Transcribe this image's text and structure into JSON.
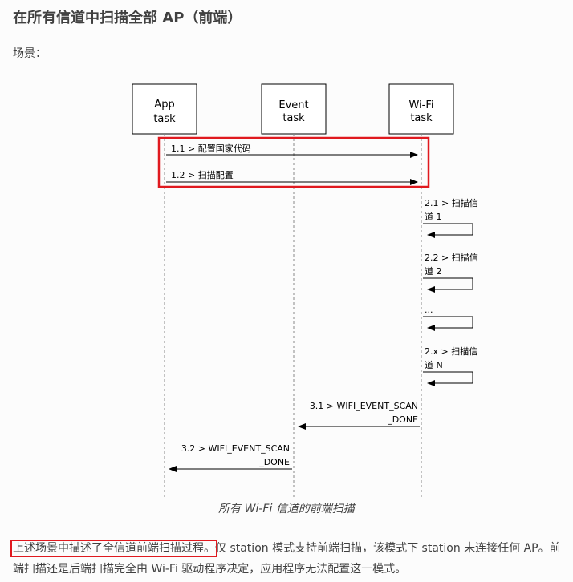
{
  "heading": "在所有信道中扫描全部 AP（前端）",
  "scene_label": "场景：",
  "diagram": {
    "participants": [
      {
        "line1": "App",
        "line2": "task"
      },
      {
        "line1": "Event",
        "line2": "task"
      },
      {
        "line1": "Wi-Fi",
        "line2": "task"
      }
    ],
    "messages": {
      "m11": "1.1 > 配置国家代码",
      "m12": "1.2 > 扫描配置",
      "s21a": "2.1 > 扫描信",
      "s21b": "道 1",
      "s22a": "2.2 > 扫描信",
      "s22b": "道 2",
      "s_dots": "...",
      "s2xa": "2.x > 扫描信",
      "s2xb": "道 N",
      "m31a": "3.1 > WIFI_EVENT_SCAN",
      "m31b": "_DONE",
      "m32a": "3.2 > WIFI_EVENT_SCAN",
      "m32b": "_DONE"
    },
    "highlight_color": "#e0191f"
  },
  "caption": "所有 Wi-Fi 信道的前端扫描",
  "paragraph": {
    "highlighted": "上述场景中描述了全信道前端扫描过程。",
    "rest": "仅 station 模式支持前端扫描，该模式下 station 未连接任何 AP。前端扫描还是后端扫描完全由 Wi-Fi 驱动程序决定，应用程序无法配置这一模式。"
  }
}
